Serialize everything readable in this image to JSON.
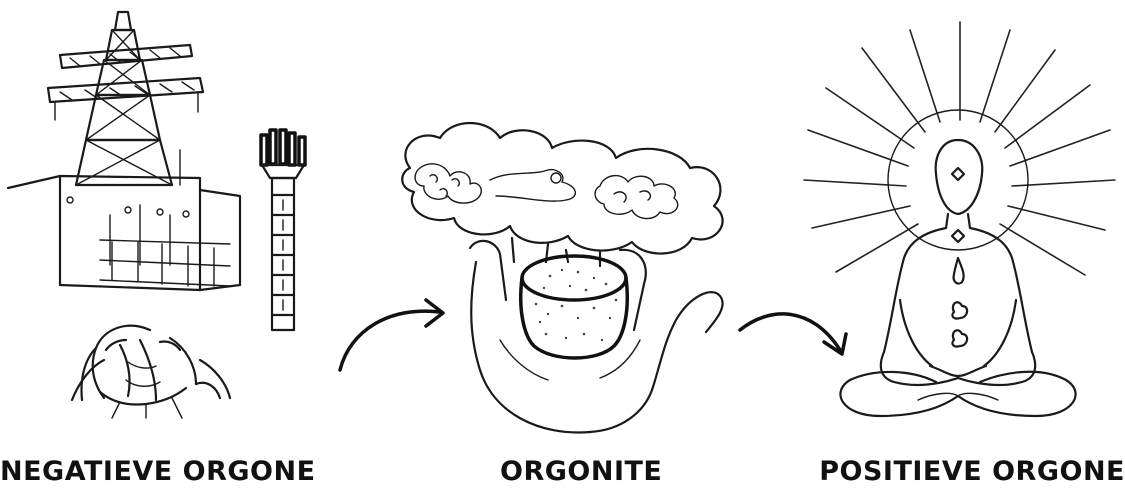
{
  "captions": {
    "negative": "NEGATIEVE ORGONE",
    "orgonite": "ORGONITE",
    "positive": "POSITIEVE ORGONE"
  },
  "colors": {
    "ink": "#1a1a1a",
    "background": "#ffffff"
  },
  "panels": [
    {
      "id": "negative",
      "icons": [
        "power-pylon-icon",
        "building-icon",
        "cell-tower-icon",
        "stressed-person-icon"
      ]
    },
    {
      "id": "orgonite",
      "icons": [
        "thought-cloud-icon",
        "open-hand-icon",
        "orgonite-puck-icon"
      ]
    },
    {
      "id": "positive",
      "icons": [
        "radiant-rays-icon",
        "meditating-person-icon",
        "chakra-icon"
      ]
    }
  ],
  "arrows": [
    "arrow-to-orgonite-icon",
    "arrow-to-positive-icon"
  ]
}
